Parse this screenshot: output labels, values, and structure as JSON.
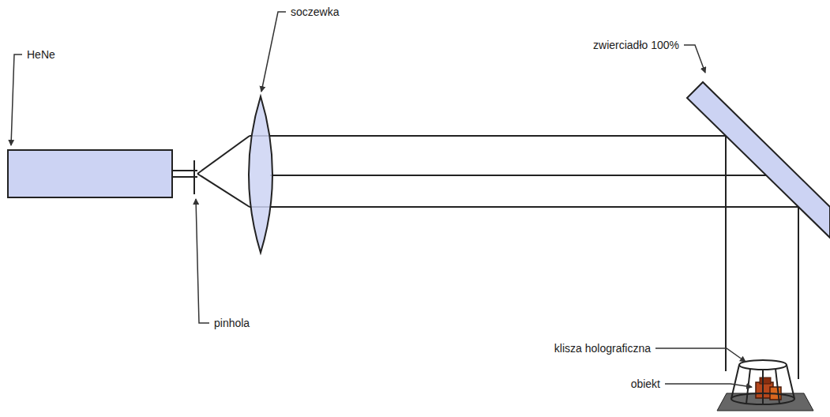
{
  "diagram": {
    "labels": [
      "HeNe",
      "soczewka",
      "zwierciadło 100%",
      "pinhola",
      "klisza holograficzna",
      "obiekt"
    ]
  }
}
